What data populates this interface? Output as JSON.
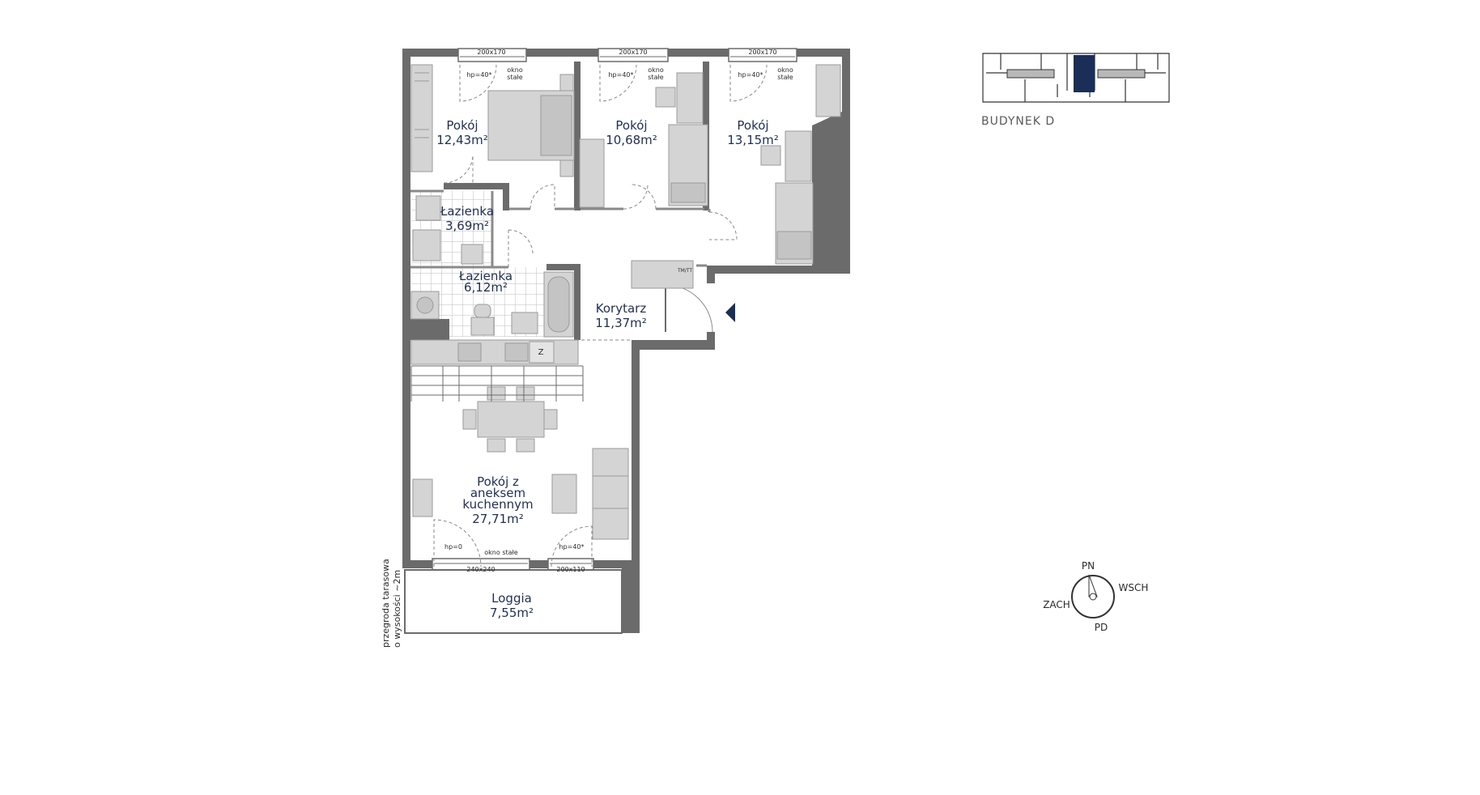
{
  "rooms": [
    {
      "name": "Pokój",
      "area": "12,43m²"
    },
    {
      "name": "Pokój",
      "area": "10,68m²"
    },
    {
      "name": "Pokój",
      "area": "13,15m²"
    },
    {
      "name": "Łazienka",
      "area": "3,69m²"
    },
    {
      "name": "Łazienka",
      "area": "6,12m²"
    },
    {
      "name": "Korytarz",
      "area": "11,37m²"
    },
    {
      "name_lines": [
        "Pokój z",
        "aneksem",
        "kuchennym"
      ],
      "area": "27,71m²"
    },
    {
      "name": "Loggia",
      "area": "7,55m²"
    }
  ],
  "windows": {
    "w1": {
      "size": "200x170",
      "hp": "hp=40*",
      "type_lines": [
        "okno",
        "stałe"
      ]
    },
    "w2": {
      "size": "200x170",
      "hp": "hp=40*",
      "type_lines": [
        "okno",
        "stałe"
      ]
    },
    "w3": {
      "size": "200x170",
      "hp": "hp=40*",
      "type_lines": [
        "okno",
        "stałe"
      ]
    },
    "w4": {
      "size": "240x240",
      "hp": "hp=0",
      "type": "okno stałe"
    },
    "w5": {
      "size": "200x110",
      "hp": "hp=40*"
    }
  },
  "fixtures": {
    "fridge": "Z",
    "meter": "TM/TT"
  },
  "partition_note_lines": [
    "przegroda tarasowa",
    "o wysokości ~2m"
  ],
  "building": "BUDYNEK D",
  "compass": {
    "n": "PN",
    "e": "WSCH",
    "s": "PD",
    "w": "ZACH"
  },
  "colors": {
    "wall": "#6b6b6b",
    "furniture": "#d4d4d4",
    "accent": "#1a2e57",
    "text": "#1f2f4f"
  }
}
